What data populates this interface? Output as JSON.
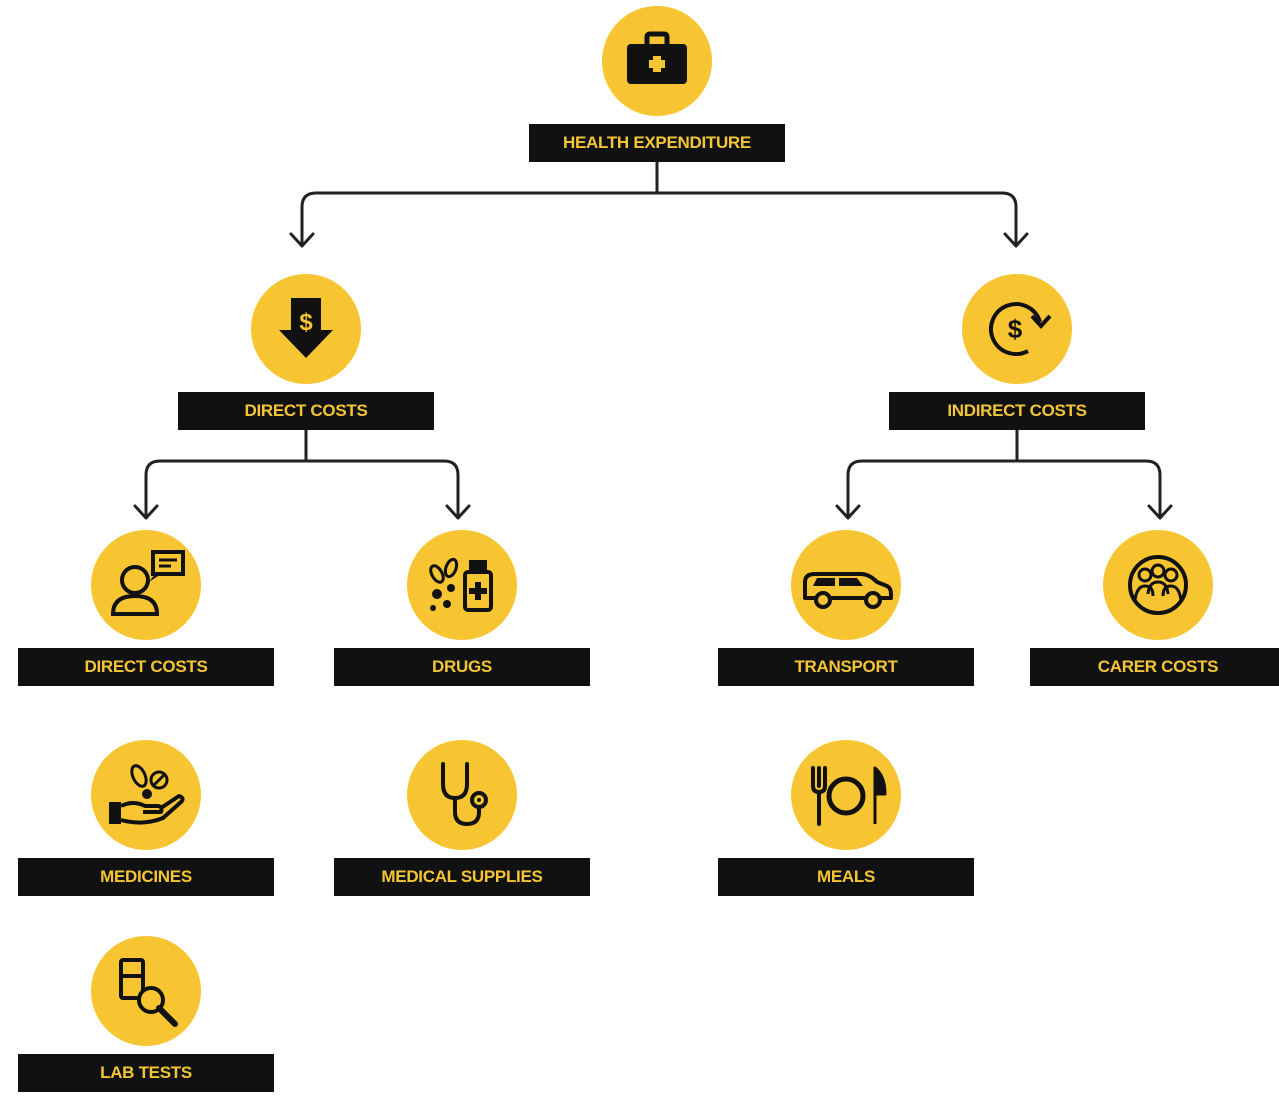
{
  "colors": {
    "accent": "#f7c531",
    "label_bg": "#111111",
    "label_text": "#f4c534",
    "connector": "#222222"
  },
  "nodes": {
    "health_expenditure": {
      "label": "HEALTH EXPENDITURE",
      "icon": "medical-kit-icon"
    },
    "direct_costs": {
      "label": "DIRECT COSTS",
      "icon": "dollar-down-arrow-icon"
    },
    "indirect_costs": {
      "label": "INDIRECT COSTS",
      "icon": "dollar-cycle-icon"
    },
    "direct_costs_sub": {
      "label": "DIRECT COSTS",
      "icon": "consultation-person-icon"
    },
    "drugs": {
      "label": "DRUGS",
      "icon": "pills-bottle-icon"
    },
    "transport": {
      "label": "TRANSPORT",
      "icon": "car-icon"
    },
    "carer_costs": {
      "label": "CARER COSTS",
      "icon": "group-people-icon"
    },
    "medicines": {
      "label": "MEDICINES",
      "icon": "hand-pills-icon"
    },
    "medical_supplies": {
      "label": "MEDICAL SUPPLIES",
      "icon": "stethoscope-icon"
    },
    "meals": {
      "label": "MEALS",
      "icon": "plate-cutlery-icon"
    },
    "lab_tests": {
      "label": "LAB TESTS",
      "icon": "lab-magnifier-icon"
    }
  }
}
